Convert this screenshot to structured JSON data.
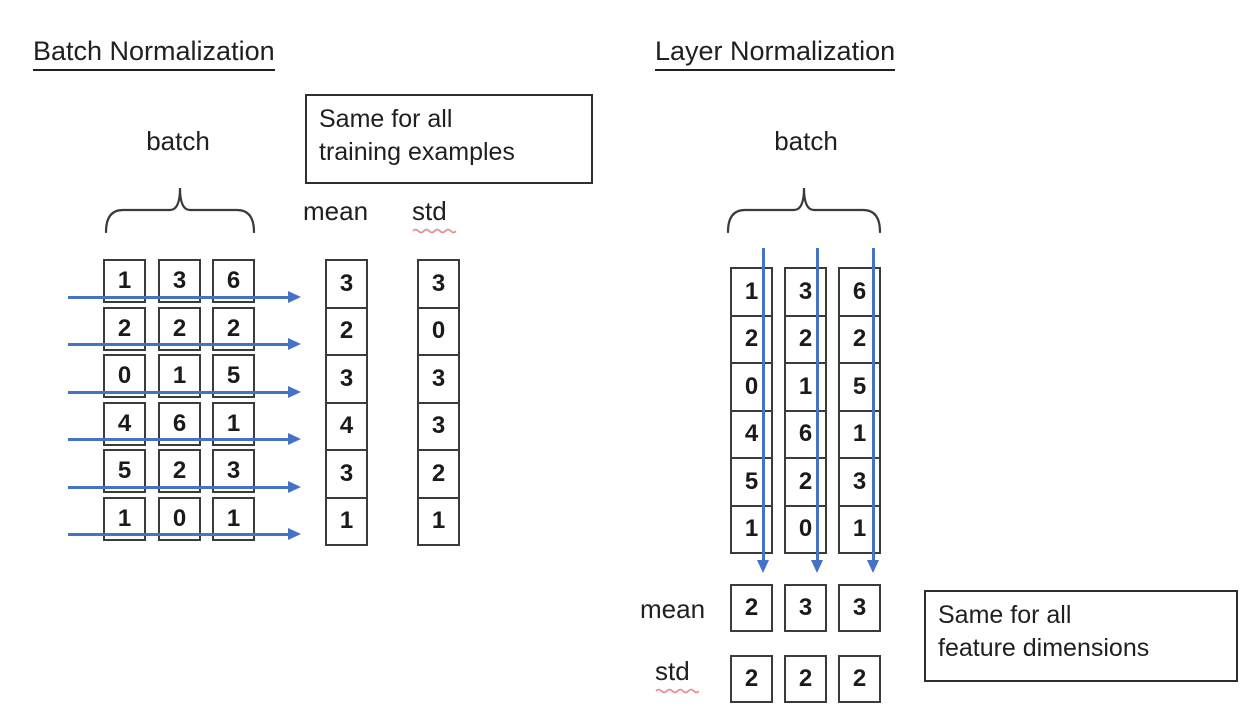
{
  "colors": {
    "arrow": "#4472c4",
    "border": "#3b3b3b",
    "text": "#202020",
    "squiggle": "#e88f8f"
  },
  "left": {
    "title": "Batch Normalization",
    "batch_label": "batch",
    "note_line1": "Same for all",
    "note_line2": "training examples",
    "mean_label": "mean",
    "std_label": "std",
    "grid_columns": [
      [
        "1",
        "2",
        "0",
        "4",
        "5",
        "1"
      ],
      [
        "3",
        "2",
        "1",
        "6",
        "2",
        "0"
      ],
      [
        "6",
        "2",
        "5",
        "1",
        "3",
        "1"
      ]
    ],
    "mean_values": [
      "3",
      "2",
      "3",
      "4",
      "3",
      "1"
    ],
    "std_values": [
      "3",
      "0",
      "3",
      "3",
      "2",
      "1"
    ]
  },
  "right": {
    "title": "Layer Normalization",
    "batch_label": "batch",
    "note_line1": "Same for all",
    "note_line2": "feature dimensions",
    "mean_label": "mean",
    "std_label": "std",
    "grid_columns": [
      [
        "1",
        "2",
        "0",
        "4",
        "5",
        "1"
      ],
      [
        "3",
        "2",
        "1",
        "6",
        "2",
        "0"
      ],
      [
        "6",
        "2",
        "5",
        "1",
        "3",
        "1"
      ]
    ],
    "mean_values": [
      "2",
      "3",
      "3"
    ],
    "std_values": [
      "2",
      "2",
      "2"
    ]
  }
}
